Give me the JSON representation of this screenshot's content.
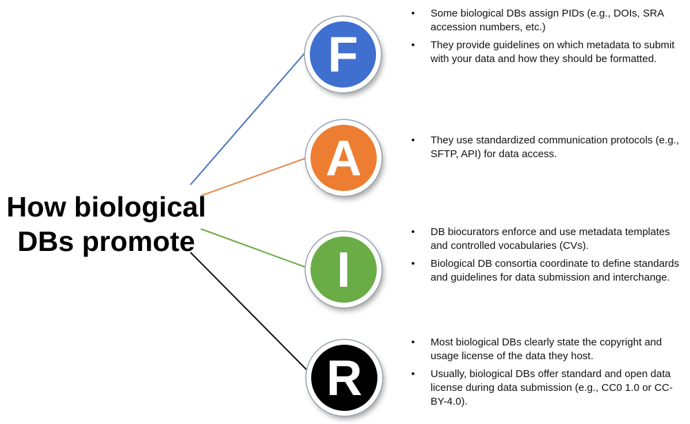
{
  "title": {
    "line1": "How biological",
    "line2": "DBs promote"
  },
  "bullet_glyph": "•",
  "sections": [
    {
      "letter": "F",
      "color": "#3f6fcf",
      "line_color": "#4a74c4",
      "bullets": [
        "Some biological DBs assign PIDs (e.g., DOIs, SRA accession numbers, etc.)",
        "They provide guidelines on which metadata to submit with your data and how they should be formatted."
      ]
    },
    {
      "letter": "A",
      "color": "#ed7d31",
      "line_color": "#e58a52",
      "bullets": [
        "They use standardized communication protocols (e.g., SFTP, API) for data access."
      ]
    },
    {
      "letter": "I",
      "color": "#6aac46",
      "line_color": "#6aac46",
      "bullets": [
        "DB biocurators enforce and use metadata templates and controlled vocabularies (CVs).",
        "Biological DB consortia coordinate to define standards and guidelines for data submission and interchange."
      ]
    },
    {
      "letter": "R",
      "color": "#000000",
      "line_color": "#111111",
      "bullets": [
        "Most biological DBs clearly state the copyright and usage license of the data they host.",
        "Usually, biological DBs offer standard and open data license during data submission (e.g., CC0 1.0 or CC-BY-4.0)."
      ]
    }
  ]
}
